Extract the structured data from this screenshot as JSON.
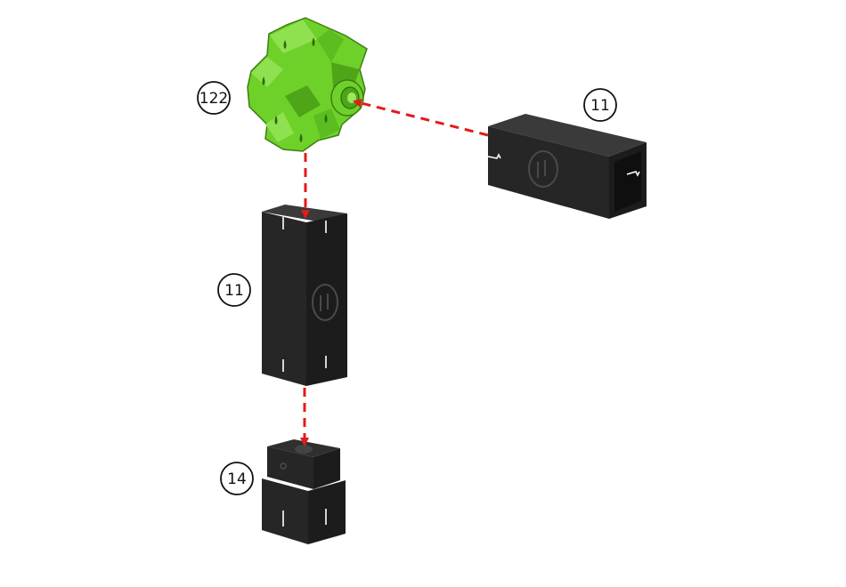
{
  "diagram": {
    "parts": [
      {
        "id": "hub",
        "number": "122",
        "color": "#6ed12a"
      },
      {
        "id": "beam-horizontal",
        "number": "11",
        "color": "#2b2b2b"
      },
      {
        "id": "beam-vertical",
        "number": "11",
        "color": "#2b2b2b"
      },
      {
        "id": "base-block",
        "number": "14",
        "color": "#2b2b2b"
      }
    ],
    "arrow_color": "#e21b1b"
  }
}
